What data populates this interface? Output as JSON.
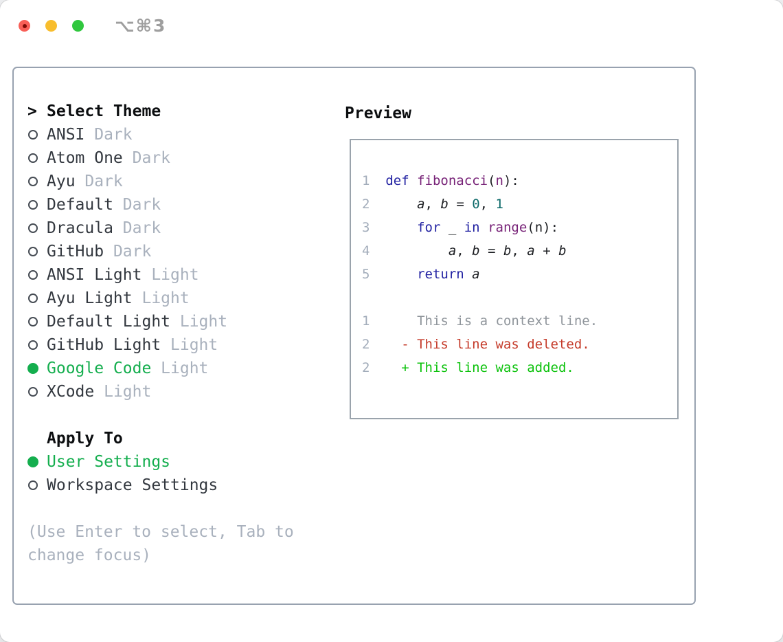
{
  "window": {
    "title": "⌥⌘3"
  },
  "theme_list": {
    "header": "Select Theme",
    "cursor": ">",
    "items": [
      {
        "name": "ANSI",
        "tag": "Dark",
        "selected": false
      },
      {
        "name": "Atom One",
        "tag": "Dark",
        "selected": false
      },
      {
        "name": "Ayu",
        "tag": "Dark",
        "selected": false
      },
      {
        "name": "Default",
        "tag": "Dark",
        "selected": false
      },
      {
        "name": "Dracula",
        "tag": "Dark",
        "selected": false
      },
      {
        "name": "GitHub",
        "tag": "Dark",
        "selected": false
      },
      {
        "name": "ANSI Light",
        "tag": "Light",
        "selected": false
      },
      {
        "name": "Ayu Light",
        "tag": "Light",
        "selected": false
      },
      {
        "name": "Default Light",
        "tag": "Light",
        "selected": false
      },
      {
        "name": "GitHub Light",
        "tag": "Light",
        "selected": false
      },
      {
        "name": "Google Code",
        "tag": "Light",
        "selected": true
      },
      {
        "name": "XCode",
        "tag": "Light",
        "selected": false
      }
    ]
  },
  "apply_to": {
    "header": "Apply To",
    "options": [
      {
        "name": "User Settings",
        "selected": true
      },
      {
        "name": "Workspace Settings",
        "selected": false
      }
    ]
  },
  "hint": "(Use Enter to select, Tab to change focus)",
  "preview": {
    "header": "Preview",
    "lines": [
      {
        "num": "1",
        "tokens": [
          [
            "kw",
            "def"
          ],
          [
            "pl",
            " "
          ],
          [
            "fn",
            "fibonacci"
          ],
          [
            "pl",
            "("
          ],
          [
            "fn",
            "n"
          ],
          [
            "pl",
            "):"
          ]
        ]
      },
      {
        "num": "2",
        "tokens": [
          [
            "pl",
            "    "
          ],
          [
            "var",
            "a"
          ],
          [
            "pl",
            ", "
          ],
          [
            "var",
            "b"
          ],
          [
            "pl",
            " = "
          ],
          [
            "num",
            "0"
          ],
          [
            "pl",
            ", "
          ],
          [
            "num",
            "1"
          ]
        ]
      },
      {
        "num": "3",
        "tokens": [
          [
            "pl",
            "    "
          ],
          [
            "kw",
            "for"
          ],
          [
            "pl",
            " _ "
          ],
          [
            "kw",
            "in"
          ],
          [
            "pl",
            " "
          ],
          [
            "fn",
            "range"
          ],
          [
            "pl",
            "(n):"
          ]
        ]
      },
      {
        "num": "4",
        "tokens": [
          [
            "pl",
            "        "
          ],
          [
            "var",
            "a"
          ],
          [
            "pl",
            ", "
          ],
          [
            "var",
            "b"
          ],
          [
            "pl",
            " = "
          ],
          [
            "var",
            "b"
          ],
          [
            "pl",
            ", "
          ],
          [
            "var",
            "a"
          ],
          [
            "pl",
            " + "
          ],
          [
            "var",
            "b"
          ]
        ]
      },
      {
        "num": "5",
        "tokens": [
          [
            "pl",
            "    "
          ],
          [
            "kw",
            "return"
          ],
          [
            "pl",
            " "
          ],
          [
            "var",
            "a"
          ]
        ]
      },
      {
        "num": "",
        "tokens": []
      },
      {
        "num": "1",
        "tokens": [
          [
            "ctx",
            "    This is a context line."
          ]
        ]
      },
      {
        "num": "2",
        "tokens": [
          [
            "del",
            "  - This line was deleted."
          ]
        ]
      },
      {
        "num": "2",
        "tokens": [
          [
            "add",
            "  + This line was added."
          ]
        ]
      }
    ]
  },
  "colors": {
    "traffic_red": "#f85f57",
    "traffic_red_dot": "#7d0b06",
    "traffic_yellow": "#f8bd2d",
    "traffic_green": "#30c73e",
    "accent_green": "#14ae4e",
    "diff_added_green": "#0cc20c",
    "diff_deleted_red": "#c53b2a",
    "context_gray": "#8f959b",
    "keyword_blue": "#2222a2",
    "function_purple": "#772277",
    "number_teal": "#0d6a6a",
    "muted": "#a9b1bd",
    "line_number": "#a2acba",
    "text_dark": "#33383f",
    "header_black": "#0c0e10",
    "code_text": "#1b1d21",
    "panel_border": "#98a2b0",
    "preview_border": "#9aa3ac",
    "title_gray": "#9e9e9e"
  }
}
